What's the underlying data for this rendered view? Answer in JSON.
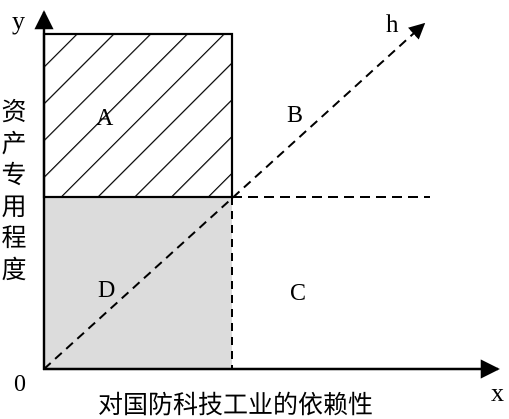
{
  "diagram": {
    "axis": {
      "y_letter": "y",
      "x_letter": "x",
      "origin": "0",
      "y_label": "资产专用程度",
      "x_label": "对国防科技工业的依赖性"
    },
    "regions": {
      "A": {
        "label": "A",
        "fill": "hatched"
      },
      "B": {
        "label": "B"
      },
      "C": {
        "label": "C"
      },
      "D": {
        "label": "D",
        "fill": "#dcdcdc"
      }
    },
    "line": {
      "label": "h",
      "style": "dashed"
    },
    "colors": {
      "ink": "#000000",
      "shade": "#dcdcdc"
    }
  }
}
